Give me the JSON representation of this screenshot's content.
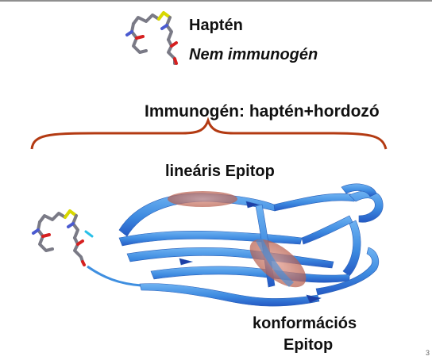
{
  "hapten": {
    "title": "Haptén",
    "subtitle": "Nem immunogén"
  },
  "carrier": {
    "label": "Immunogén: haptén+hordozó"
  },
  "epitopes": {
    "linear": "lineáris Epitop",
    "conformational_line1": "konformációs",
    "conformational_line2": "Epitop"
  },
  "page_mark": "3",
  "colors": {
    "ribbon": "#3f8fe0",
    "ribbon_dark": "#1d3fa6",
    "epitope": "#c9786a",
    "brace": "#b33a12",
    "molecule_bond": "#7a7a86",
    "sulfur": "#d8d800",
    "oxygen": "#d62020",
    "nitrogen": "#4a5ad0"
  }
}
